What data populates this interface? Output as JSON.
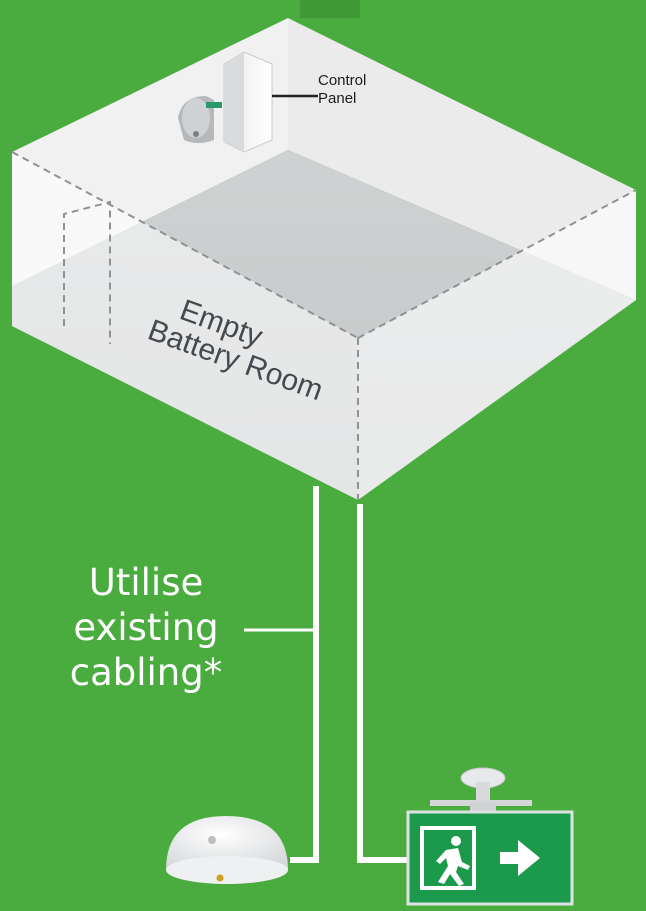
{
  "diagram": {
    "room_label": {
      "line1": "Empty",
      "line2": "Battery Room"
    },
    "control_panel_label": "Control\nPanel",
    "cabling_label": {
      "line1": "Utilise",
      "line2": "existing",
      "line3": "cabling*"
    },
    "devices": {
      "control_panel": "control-panel-icon",
      "smoke_detector_ceiling": "smoke-detector-icon",
      "smoke_detector_floor": "smoke-detector-icon",
      "exit_sign": "exit-sign-icon",
      "running_man": "running-man-icon",
      "arrow": "arrow-right-icon"
    },
    "colors": {
      "background": "#4aab3f",
      "exit_sign_green": "#1a9a4a",
      "cable": "#ffffff"
    }
  }
}
